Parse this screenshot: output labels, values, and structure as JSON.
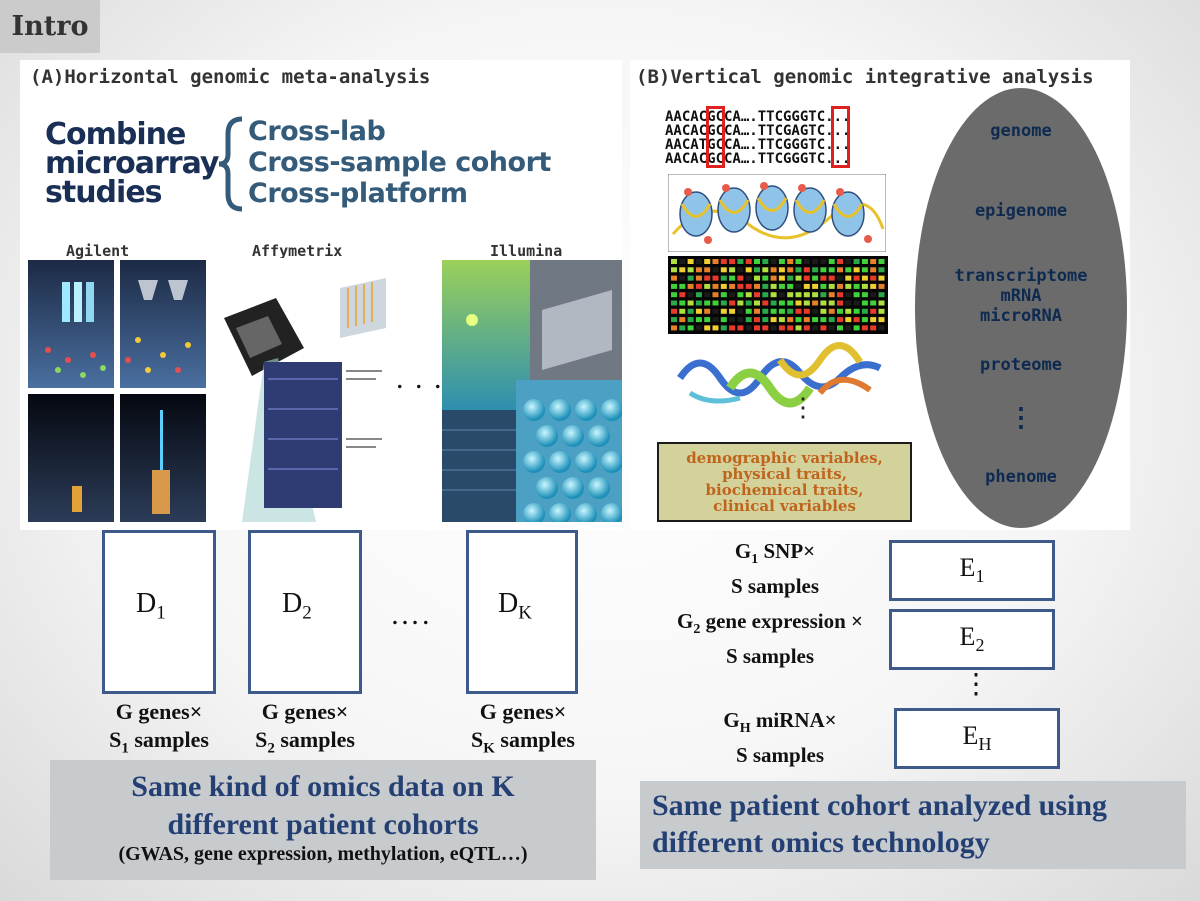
{
  "intro_label": "Intro",
  "panel_a": {
    "title": "(A)Horizontal genomic meta-analysis",
    "combine_lines": [
      "Combine",
      "microarray",
      "studies"
    ],
    "cross_items": [
      "Cross-lab",
      "Cross-sample cohort",
      "Cross-platform"
    ],
    "vendors": [
      "Agilent",
      "Affymetrix",
      "Illumina"
    ],
    "ellipsis": ". . ."
  },
  "panel_b": {
    "title": "(B)Vertical genomic integrative analysis",
    "dna_lines": [
      "AACACGCCA….TTCGGGTC...",
      "AACACGCCA….TTCGAGTC...",
      "AACATGCCA….TTCGGGTC...",
      "AACACGCCA….TTCGGGTC..."
    ],
    "omics": {
      "genome": "genome",
      "epigenome": "epigenome",
      "transcriptome": [
        "transcriptome",
        "mRNA",
        "microRNA"
      ],
      "proteome": "proteome",
      "vdots": "⋮",
      "phenome": "phenome"
    },
    "traits": [
      "demographic variables,",
      "physical traits,",
      "biochemical traits,",
      "clinical variables"
    ],
    "vdots": "⋮"
  },
  "d_boxes": [
    {
      "letter": "D",
      "sub": "1",
      "line1": "G genes×",
      "line2_pre": "S",
      "line2_sub": "1",
      "line2_post": " samples"
    },
    {
      "letter": "D",
      "sub": "2",
      "line1": "G genes×",
      "line2_pre": "S",
      "line2_sub": "2",
      "line2_post": " samples"
    },
    {
      "letter": "D",
      "sub": "K",
      "line1": "G genes×",
      "line2_pre": "S",
      "line2_sub": "K",
      "line2_post": " samples"
    }
  ],
  "d_ellipsis": "….",
  "e_rows": [
    {
      "g_pre": "G",
      "g_sub": "1",
      "g_post": " SNP×",
      "line2": "S samples",
      "e_letter": "E",
      "e_sub": "1"
    },
    {
      "g_pre": "G",
      "g_sub": "2",
      "g_post": " gene expression ×",
      "line2": "S samples",
      "e_letter": "E",
      "e_sub": "2"
    },
    {
      "g_pre": "G",
      "g_sub": "H",
      "g_post": " miRNA×",
      "line2": "S samples",
      "e_letter": "E",
      "e_sub": "H"
    }
  ],
  "e_vdots": "⋮",
  "summary_a": {
    "main": [
      "Same kind of omics data on K",
      "different patient cohorts"
    ],
    "sub": "(GWAS, gene expression, methylation, eQTL…)"
  },
  "summary_b": {
    "main": [
      "Same patient cohort analyzed using",
      "different omics technology"
    ]
  }
}
